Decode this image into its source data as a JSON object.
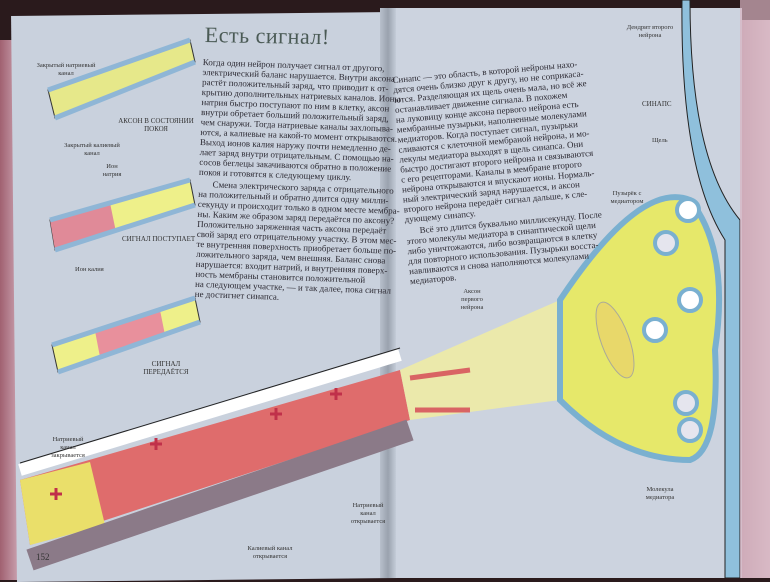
{
  "left_page": {
    "title": "Есть сигнал!",
    "paragraph1": [
      "Когда один нейрон получает сигнал от другого,",
      "электрический баланс нарушается. Внутри аксона",
      "растёт положительный заряд, что приводит к от-",
      "крытию дополнительных натриевых каналов. Ионы",
      "натрия быстро поступают по ним в клетку, аксон",
      "внутри обретает больший положительный заряд,",
      "чем снаружи. Тогда натриевые каналы захлопыва-",
      "ются, а калиевые на какой-то момент открываются.",
      "Выход ионов калия наружу почти немедленно де-",
      "лает заряд внутри отрицательным. С помощью на-",
      "сосов беглецы закачиваются обратно в положение",
      "покоя и готовятся к следующему циклу."
    ],
    "paragraph2": [
      "Смена электрического заряда с отрицательного",
      "на положительный и обратно длится одну милли-",
      "секунду и происходит только в одном месте мембра-",
      "ны. Каким же образом заряд передаётся по аксону?",
      "Положительно заряженная часть аксона передаёт",
      "свой заряд его отрицательному участку. В этом мес-",
      "те внутренняя поверхность приобретает больше по-",
      "ложительного заряда, чем внешняя. Баланс снова",
      "нарушается: входит натрий, и внутренняя поверх-",
      "ность мембраны становится положительной",
      "на следующем участке, — и так далее, пока сигнал",
      "не достигнет синапса."
    ],
    "labels": {
      "closed_sodium": "Закрытый натриевый канал",
      "closed_potassium": "Закрытый калиевый канал",
      "axon_rest": "АКСОН В СОСТОЯНИИ ПОКОЯ",
      "sodium_ion": "Ион натрия",
      "potassium_ion": "Ион калия",
      "signal_arrives": "СИГНАЛ ПОСТУПАЕТ",
      "signal_transmitted": "СИГНАЛ ПЕРЕДАЁТСЯ",
      "sodium_closing": "Натриевый канал закрывается",
      "potassium_opening": "Калиевый канал открывается",
      "sodium_opening": "Натриевый канал открывается"
    },
    "page_number": "152"
  },
  "right_page": {
    "paragraph1": [
      "Синапс — это область, в которой нейроны нахо-",
      "дятся очень близко друг к другу, но не соприкаса-",
      "ются. Разделяющая их щель очень мала, но всё же",
      "останавливает движение сигнала. В похожем",
      "на луковицу конце аксона первого нейрона есть",
      "мембранные пузырьки, наполненные молекулами",
      "медиаторов. Когда поступает сигнал, пузырьки",
      "сливаются с клеточной мембраной нейрона, и мо-",
      "лекулы медиатора выходят в щель синапса. Они",
      "быстро достигают второго нейрона и связываются",
      "с его рецепторами. Каналы в мембране второго",
      "нейрона открываются и впускают ионы. Нормаль-",
      "ный электрический заряд нарушается, и аксон",
      "второго нейрона передаёт сигнал дальше, к сле-",
      "дующему синапсу."
    ],
    "paragraph2": [
      "Всё это длится буквально миллисекунду. После",
      "этого молекулы медиатора в синаптической щели",
      "либо уничтожаются, либо возвращаются в клетку",
      "для повторного использования. Пузырьки восста-",
      "навливаются и снова наполняются молекулами",
      "медиаторов."
    ],
    "labels": {
      "dendrite": "Дендрит второго нейрона",
      "synapse": "СИНАПС",
      "cleft": "Щель",
      "vesicle": "Пузырёк с медиатором",
      "axon_first": "Аксон первого нейрона",
      "molecule": "Молекула медиатора"
    }
  }
}
